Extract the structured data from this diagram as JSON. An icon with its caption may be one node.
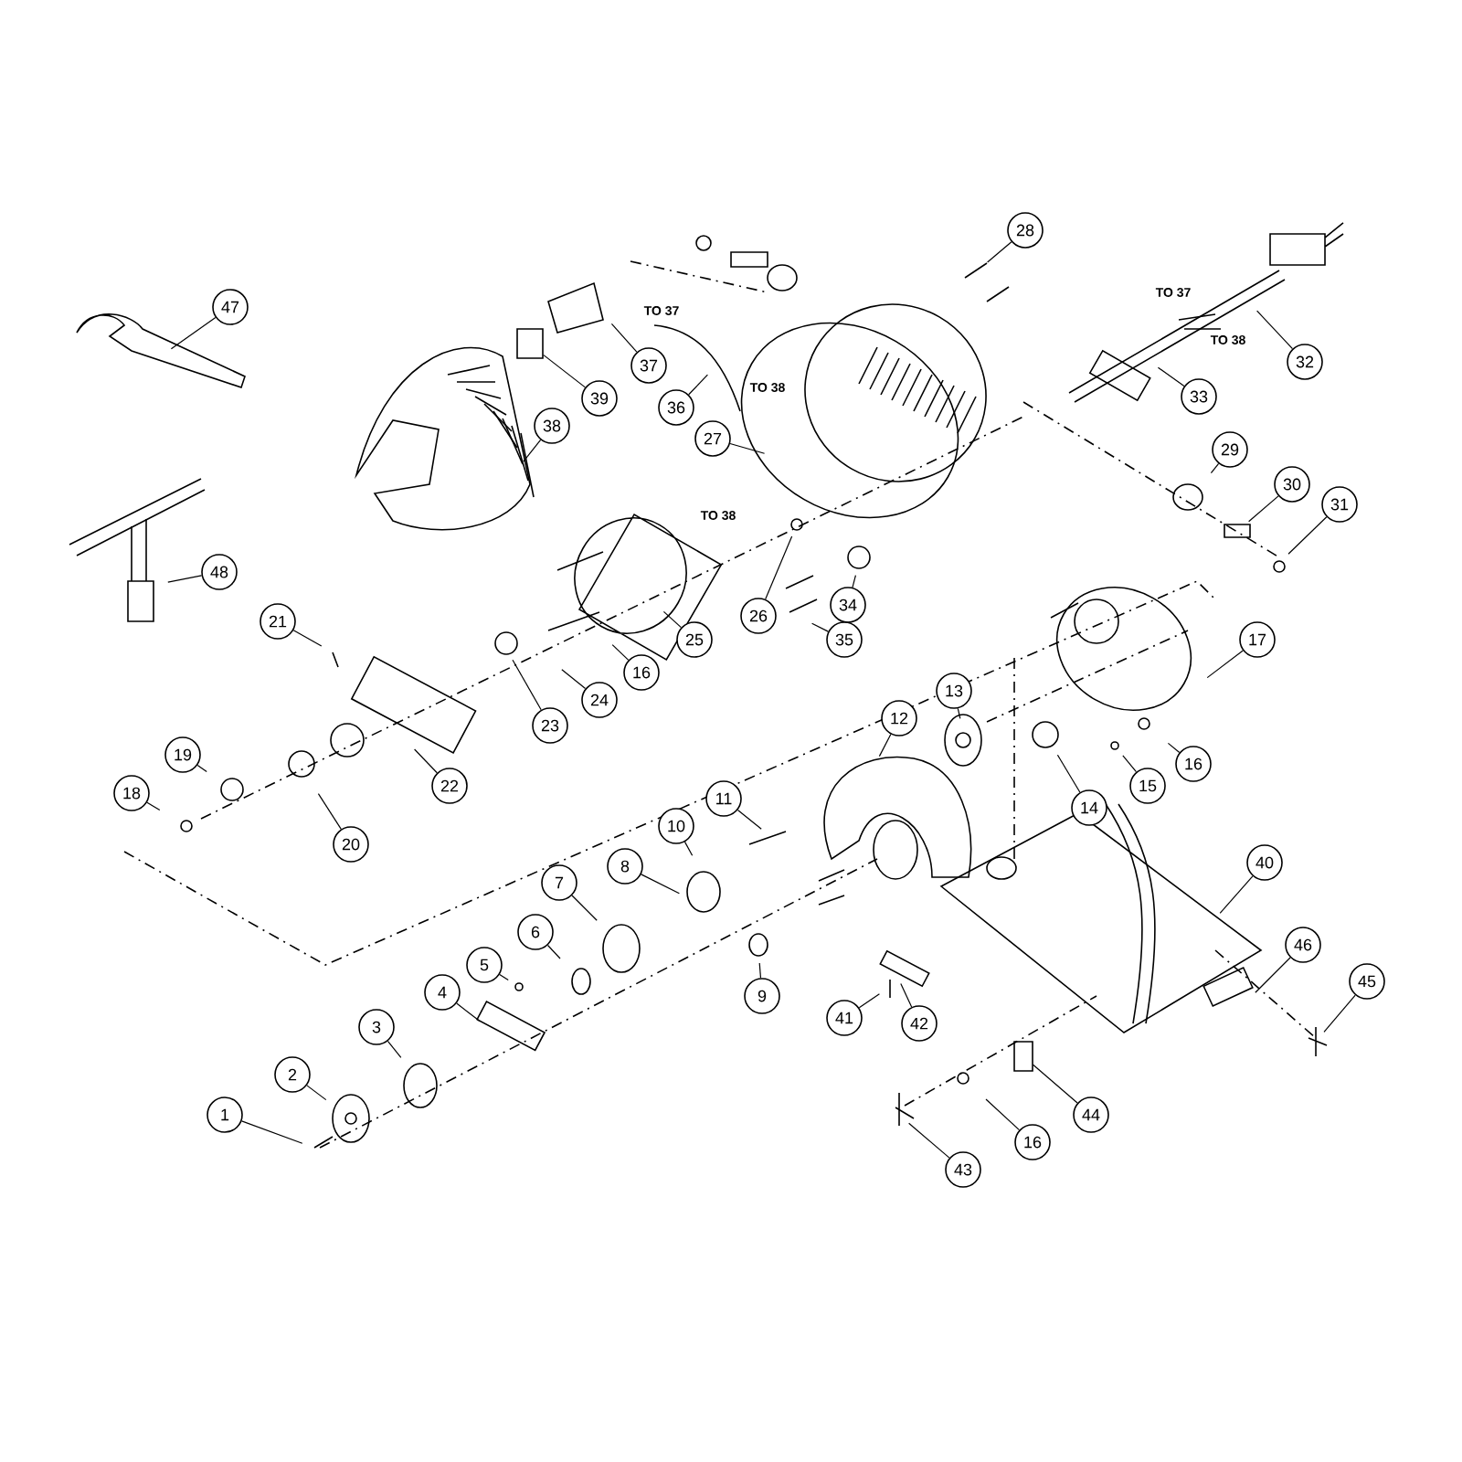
{
  "diagram": {
    "nodes": [
      {
        "text": [
          "1"
        ]
      },
      {
        "text": [
          "2"
        ]
      },
      {
        "text": [
          "3"
        ]
      },
      {
        "text": [
          "4"
        ]
      },
      {
        "text": [
          "5"
        ]
      },
      {
        "text": [
          "6"
        ]
      },
      {
        "text": [
          "7"
        ]
      },
      {
        "text": [
          "8"
        ]
      },
      {
        "text": [
          "9"
        ]
      },
      {
        "text": [
          "10"
        ]
      },
      {
        "text": [
          "11"
        ]
      },
      {
        "text": [
          "12"
        ]
      },
      {
        "text": [
          "13"
        ]
      },
      {
        "text": [
          "14"
        ]
      },
      {
        "text": [
          "15"
        ]
      },
      {
        "text": [
          "16"
        ]
      },
      {
        "text": [
          "17"
        ]
      },
      {
        "text": [
          "18"
        ]
      },
      {
        "text": [
          "19"
        ]
      },
      {
        "text": [
          "20"
        ]
      },
      {
        "text": [
          "21"
        ]
      },
      {
        "text": [
          "22"
        ]
      },
      {
        "text": [
          "23"
        ]
      },
      {
        "text": [
          "24"
        ]
      },
      {
        "text": [
          "25"
        ]
      },
      {
        "text": [
          "16"
        ]
      },
      {
        "text": [
          "26"
        ]
      },
      {
        "text": [
          "27"
        ]
      },
      {
        "text": [
          "28"
        ]
      },
      {
        "text": [
          "29"
        ]
      },
      {
        "text": [
          "30"
        ]
      },
      {
        "text": [
          "31"
        ]
      },
      {
        "text": [
          "32"
        ]
      },
      {
        "text": [
          "33"
        ]
      },
      {
        "text": [
          "34"
        ]
      },
      {
        "text": [
          "35"
        ]
      },
      {
        "text": [
          "36"
        ]
      },
      {
        "text": [
          "37"
        ]
      },
      {
        "text": [
          "38"
        ]
      },
      {
        "text": [
          "39"
        ]
      },
      {
        "text": [
          "40"
        ]
      },
      {
        "text": [
          "41"
        ]
      },
      {
        "text": [
          "42"
        ]
      },
      {
        "text": [
          "43"
        ]
      },
      {
        "text": [
          "44"
        ]
      },
      {
        "text": [
          "16"
        ]
      },
      {
        "text": [
          "45"
        ]
      },
      {
        "text": [
          "46"
        ]
      },
      {
        "text": [
          "47"
        ]
      },
      {
        "text": [
          "48"
        ]
      }
    ],
    "edges": [
      {
        "from": 0,
        "to": null,
        "arrow": "none"
      },
      {
        "from": 1,
        "to": null,
        "arrow": "none"
      },
      {
        "from": 2,
        "to": null,
        "arrow": "none"
      },
      {
        "from": 3,
        "to": null,
        "arrow": "none"
      },
      {
        "from": 4,
        "to": null,
        "arrow": "none"
      },
      {
        "from": 5,
        "to": null,
        "arrow": "none"
      },
      {
        "from": 6,
        "to": null,
        "arrow": "none"
      },
      {
        "from": 7,
        "to": null,
        "arrow": "none"
      },
      {
        "from": 8,
        "to": null,
        "arrow": "none"
      },
      {
        "from": 9,
        "to": null,
        "arrow": "none"
      },
      {
        "from": 10,
        "to": null,
        "arrow": "none"
      },
      {
        "from": 11,
        "to": null,
        "arrow": "none"
      },
      {
        "from": 12,
        "to": null,
        "arrow": "none"
      },
      {
        "from": 13,
        "to": null,
        "arrow": "none"
      },
      {
        "from": 14,
        "to": null,
        "arrow": "none"
      },
      {
        "from": 15,
        "to": null,
        "arrow": "none"
      },
      {
        "from": 16,
        "to": null,
        "arrow": "none"
      },
      {
        "from": 17,
        "to": null,
        "arrow": "none"
      },
      {
        "from": 18,
        "to": null,
        "arrow": "none"
      },
      {
        "from": 19,
        "to": null,
        "arrow": "none"
      },
      {
        "from": 20,
        "to": null,
        "arrow": "none"
      },
      {
        "from": 21,
        "to": null,
        "arrow": "none"
      },
      {
        "from": 22,
        "to": null,
        "arrow": "none"
      },
      {
        "from": 23,
        "to": null,
        "arrow": "none"
      },
      {
        "from": 24,
        "to": null,
        "arrow": "none"
      },
      {
        "from": 25,
        "to": null,
        "arrow": "none"
      },
      {
        "from": 26,
        "to": null,
        "arrow": "none"
      },
      {
        "from": 27,
        "to": null,
        "arrow": "none"
      },
      {
        "from": 28,
        "to": null,
        "arrow": "none"
      },
      {
        "from": 29,
        "to": null,
        "arrow": "none"
      },
      {
        "from": 30,
        "to": null,
        "arrow": "none"
      },
      {
        "from": 31,
        "to": null,
        "arrow": "none"
      },
      {
        "from": 32,
        "to": null,
        "arrow": "none"
      },
      {
        "from": 33,
        "to": null,
        "arrow": "none"
      },
      {
        "from": 34,
        "to": null,
        "arrow": "none"
      },
      {
        "from": 35,
        "to": null,
        "arrow": "none"
      },
      {
        "from": 36,
        "to": null,
        "arrow": "none"
      },
      {
        "from": 37,
        "to": null,
        "arrow": "none"
      },
      {
        "from": 38,
        "to": null,
        "arrow": "none"
      },
      {
        "from": 39,
        "to": null,
        "arrow": "none"
      },
      {
        "from": 40,
        "to": null,
        "arrow": "none"
      },
      {
        "from": 41,
        "to": null,
        "arrow": "none"
      },
      {
        "from": 42,
        "to": null,
        "arrow": "none"
      },
      {
        "from": 43,
        "to": null,
        "arrow": "none"
      },
      {
        "from": 44,
        "to": null,
        "arrow": "none"
      },
      {
        "from": 45,
        "to": null,
        "arrow": "none"
      },
      {
        "from": 46,
        "to": null,
        "arrow": "none"
      },
      {
        "from": 47,
        "to": null,
        "arrow": "none"
      },
      {
        "from": 48,
        "to": null,
        "arrow": "none"
      },
      {
        "from": 49,
        "to": null,
        "arrow": "none"
      }
    ],
    "labels": [
      "TO 37",
      "TO 37",
      "TO 38",
      "TO 38",
      "TO 38"
    ]
  }
}
